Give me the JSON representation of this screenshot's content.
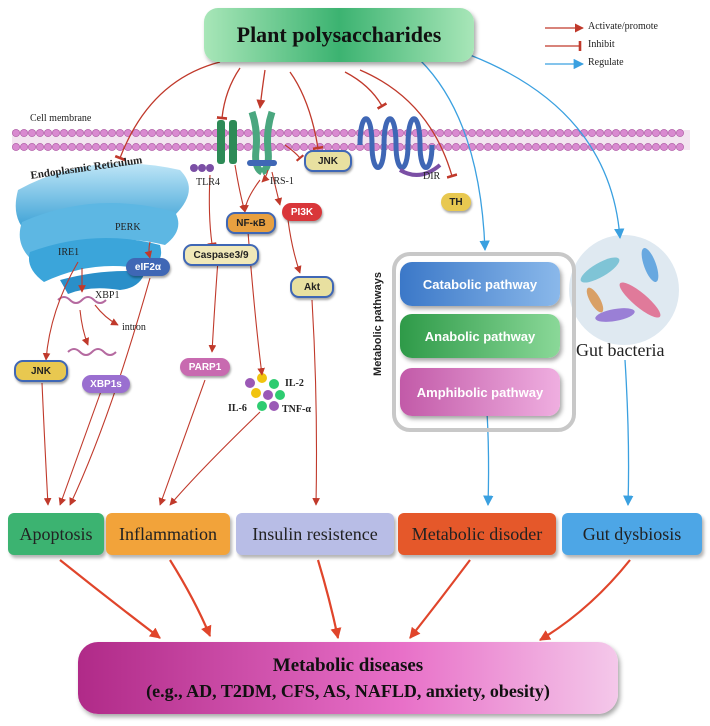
{
  "title": "Plant polysaccharides",
  "legend": {
    "activate": "Activate/promote",
    "inhibit": "Inhibit",
    "regulate": "Regulate"
  },
  "labels": {
    "cell_membrane": "Cell membrane",
    "er": "Endoplasmic Reticulum",
    "ire1": "IRE1",
    "perk": "PERK",
    "xbp1": "XBP1",
    "intron": "intron",
    "tlr4": "TLR4",
    "irs1": "IRS-1",
    "dir": "DIR",
    "il2": "IL-2",
    "il6": "IL-6",
    "tnfa": "TNF-α",
    "metabolic_pathways": "Metabolic pathways",
    "gut_bacteria": "Gut bacteria"
  },
  "pills": {
    "jnk_top": "JNK",
    "th": "TH",
    "pi3k": "PI3K",
    "nfkb": "NF-κB",
    "caspase": "Caspase3/9",
    "eif2a": "eIF2α",
    "akt": "Akt",
    "jnk_left": "JNK",
    "xbp1s": "XBP1s",
    "parp1": "PARP1"
  },
  "pathways": {
    "catabolic": "Catabolic pathway",
    "anabolic": "Anabolic pathway",
    "amphibolic": "Amphibolic pathway"
  },
  "outcomes": {
    "apoptosis": "Apoptosis",
    "inflammation": "Inflammation",
    "insulin": "Insulin resistence",
    "metabolic": "Metabolic disoder",
    "gut": "Gut dysbiosis"
  },
  "diseases": {
    "title": "Metabolic diseases",
    "examples": "(e.g., AD, T2DM, CFS, AS, NAFLD, anxiety, obesity)"
  },
  "colors": {
    "activate": "#c0392b",
    "inhibit": "#c0392b",
    "regulate": "#3aa0e0"
  }
}
